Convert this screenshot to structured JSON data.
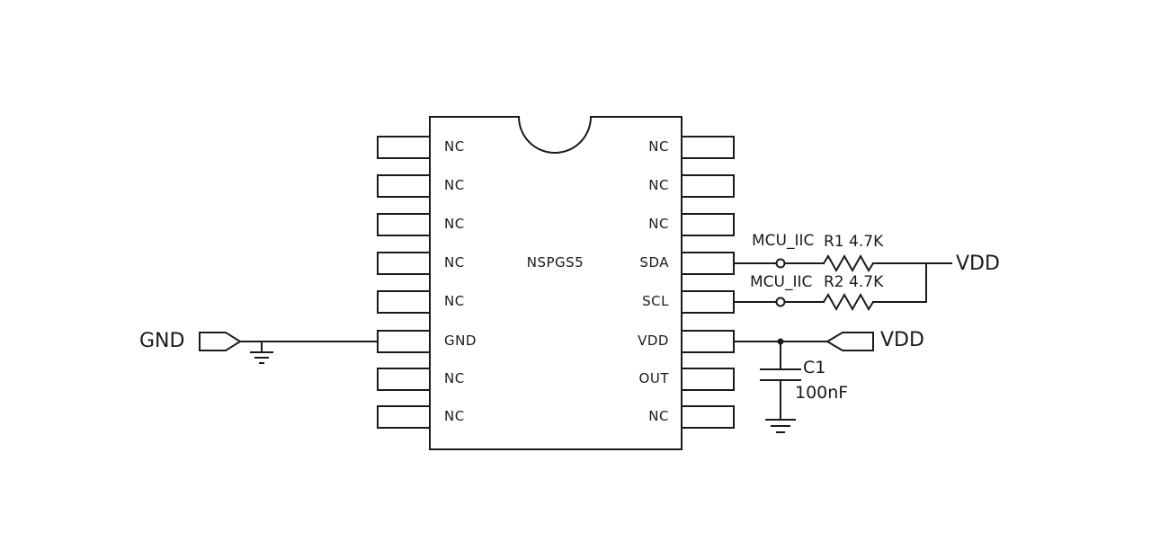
{
  "ic": {
    "name": "NSPGS5",
    "left_pins": [
      "NC",
      "NC",
      "NC",
      "NC",
      "NC",
      "GND",
      "NC",
      "NC"
    ],
    "right_pins": [
      "NC",
      "NC",
      "NC",
      "SDA",
      "SCL",
      "VDD",
      "OUT",
      "NC"
    ]
  },
  "nets": {
    "gnd_connector": "GND",
    "vdd_connector": "VDD",
    "vdd_rail": "VDD",
    "sda_net": "MCU_IIC",
    "scl_net": "MCU_IIC"
  },
  "components": {
    "r1_label": "R1 4.7K",
    "r2_label": "R2 4.7K",
    "c1_ref": "C1",
    "c1_value": "100nF"
  },
  "colors": {
    "line": "#1a1a1a",
    "background": "#ffffff"
  }
}
